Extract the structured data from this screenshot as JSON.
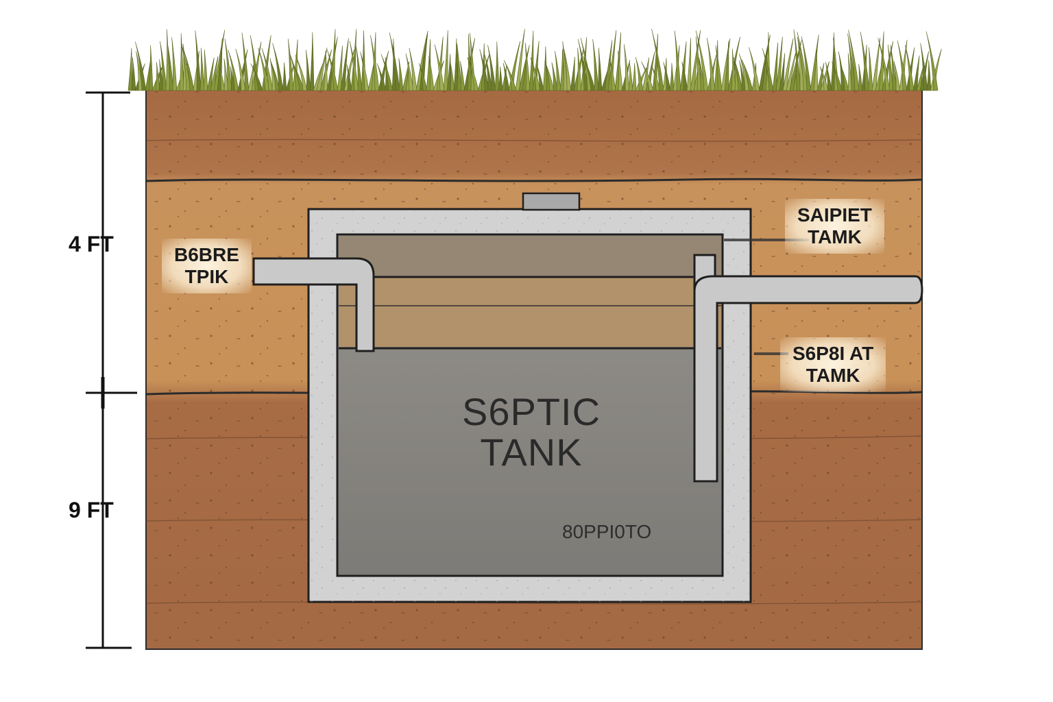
{
  "dimensions": {
    "upper": "4 FT",
    "lower": "9 FT"
  },
  "labels": {
    "inlet": [
      "B6BRE",
      "TPIK"
    ],
    "upper_right": [
      "SAIPIET",
      "TAMK"
    ],
    "lower_right": [
      "S6P8I AT",
      "TAMK"
    ],
    "tank_main": [
      "S6PTIC",
      "TANK"
    ],
    "tank_mark": "80PPI0TO"
  },
  "colors": {
    "grass": "#8a9a3c",
    "soil_dark": "#a76a43",
    "soil_light": "#c48d57",
    "concrete": "#cfcfcf",
    "tank_interior": "#8c8a86",
    "outline": "#1f1f1f"
  }
}
